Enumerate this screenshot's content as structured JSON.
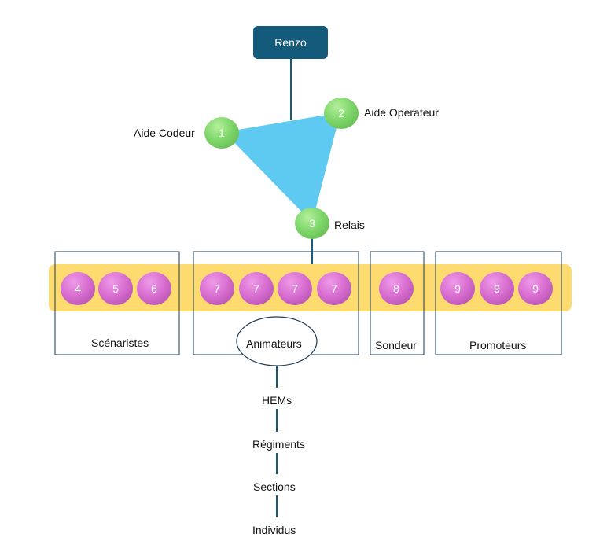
{
  "top": {
    "label": "Renzo"
  },
  "core_nodes": [
    {
      "num": "1",
      "label": "Aide Codeur"
    },
    {
      "num": "2",
      "label": "Aide Opérateur"
    },
    {
      "num": "3",
      "label": "Relais"
    }
  ],
  "groups": [
    {
      "label": "Scénaristes",
      "members": [
        "4",
        "5",
        "6"
      ]
    },
    {
      "label": "Animateurs",
      "members": [
        "7",
        "7",
        "7",
        "7"
      ]
    },
    {
      "label": "Sondeur",
      "members": [
        "8"
      ]
    },
    {
      "label": "Promoteurs",
      "members": [
        "9",
        "9",
        "9"
      ]
    }
  ],
  "chain": [
    "HEMs",
    "Régiments",
    "Sections",
    "Individus"
  ],
  "colors": {
    "top": "#145a7a",
    "triangle": "#5ecaf2",
    "band": "#fedb6e",
    "core_node": "#7fd76b",
    "member_node": "#d96fd1",
    "line": "#145a7a"
  }
}
